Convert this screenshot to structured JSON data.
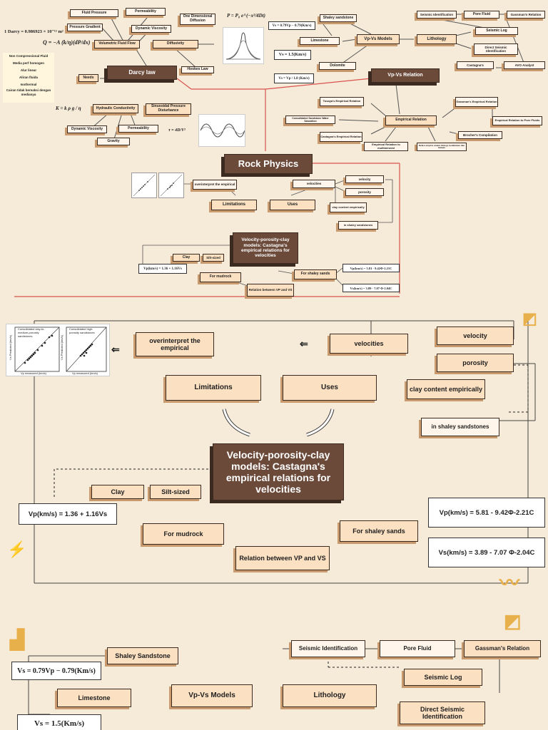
{
  "top": {
    "darcy_formula": "1 Darcy = 0.986923 × 10⁻¹² m²",
    "darcy_flow_formula": "Q = −A (k/η)(dP/dx)",
    "fluid_pressure": "Fluid Pressure",
    "permeability": "Permeability",
    "pressure_gradient": "Pressure Gradient",
    "dynamic_viscosity": "Dynamic Viscosity",
    "one_dim_diffusion": "One Dimensional Diffusion",
    "volumetric_flow": "Volumetric Fluid Flow",
    "diffusivity": "Diffusivity",
    "darcy_law": "Darcy law",
    "hookes_law": "Hookes Law",
    "needs": "Needs",
    "needs_list": [
      "Non Compressional Fluid",
      "Media perf homogen",
      "Alur linear",
      "Aliran fluida",
      "Isothermal",
      "Cairan tidak bereaksi dengan medianya"
    ],
    "hydraulic_formula": "K = k ρ g / η",
    "hydraulic_conductivity": "Hydraulic Conductivity",
    "sinusoidal": "Sinusoidal Pressure Disturbance",
    "dyn_visc2": "Dynamic Viscosity",
    "permeability2": "Permeability",
    "gravity": "Gravity",
    "shaley_sandstone": "Shaley sandstone",
    "vs_shaley": "Vs = 0.79Vp − 0.79(Km/s)",
    "limestone": "Limestone",
    "vs_limestone": "Vs = 1.5(Km/s)",
    "dolomite": "Dolomite",
    "vs_dolomite": "Vs = Vp / 1.8 (Km/s)",
    "vpvs_models": "Vp-Vs Models",
    "lithology": "Lithology",
    "seismic_ident": "Seismic Identification",
    "pore_fluid": "Pore Fluid",
    "gassman": "Gassman's Relation",
    "seismic_log": "Seismic Log",
    "direct_seismic": "Direct Seismic Identification",
    "castagna": "Castagna's",
    "avo": "AVO Analyst",
    "vpvs_relation": "Vp-Vs Relation",
    "tosaya": "Tosaya's Empirical Relation",
    "consolidated": "Consolidated Sandstone Water Saturation",
    "empirical_relation": "Empirical Relation",
    "gassman_emp": "Gassman's Empirical Relation",
    "emp_pore": "Empirical Relation to Pore Fluids",
    "castagna_emp": "Castagna's Empirical Relation",
    "emp_multi": "Empirical Relation to multimineral",
    "brocher": "Brocher's Compilation",
    "brocher_sub": "Relasi empiris antara litologi, kedalaman dan batuan"
  },
  "mid": {
    "rock_physics": "Rock Physics",
    "overinterpret": "overinterpret the empirical",
    "velocities": "velocities",
    "velocity": "velocity",
    "porosity": "porosity",
    "clay_content": "clay content empirically",
    "in_shaley": "in shaley sandstones",
    "limitations": "Limitations",
    "uses": "Uses",
    "center": "Velocity-porosity-clay models: Castagna's empirical relations for velocities",
    "clay": "Clay",
    "silt": "Silt-sized",
    "vp_mud": "Vp(km/s) = 1.36 + 1.16Vs",
    "for_mudrock": "For mudrock",
    "for_shaley_sands": "For shaley sands",
    "vp_sand": "Vp(km/s) = 5.81 - 9.42Φ-2.21C",
    "vs_sand": "Vs(km/s) = 3.89 - 7.07 Φ-2.04C",
    "relation": "Relation between VP and VS"
  },
  "zoom": {
    "overinterpret": "overinterpret the empirical",
    "velocities": "velocities",
    "velocity": "velocity",
    "porosity": "porosity",
    "clay_content": "clay content empirically",
    "in_shaley": "in shaley sandstones",
    "limitations": "Limitations",
    "uses": "Uses",
    "center": "Velocity-porosity-clay models: Castagna's empirical relations for velocities",
    "clay": "Clay",
    "silt": "Silt-sized",
    "vp_mud": "Vp(km/s) = 1.36 + 1.16Vs",
    "for_mudrock": "For mudrock",
    "for_shaley_sands": "For shaley sands",
    "vp_sand": "Vp(km/s) = 5.81 - 9.42Φ-2.21C",
    "vs_sand": "Vs(km/s) = 3.89 - 7.07 Φ-2.04C",
    "relation": "Relation between VP and VS",
    "plot1_title": "Consolidated clay-to-medium-porosity sandstones",
    "plot2_title": "Consolidated high-porosity sandstones",
    "plot_xlabel": "Vp measured (km/s)",
    "plot_ylabel": "Vs Predicted (km/s)"
  },
  "bottom": {
    "shaley_sandstone": "Shaley Sandstone",
    "vs_shaley": "Vs = 0.79Vp − 0.79(Km/s)",
    "limestone": "Limestone",
    "vs_limestone": "Vs = 1.5(Km/s)",
    "vpvs_models": "Vp-Vs Models",
    "lithology": "Lithology",
    "seismic_ident": "Seismic Identification",
    "pore_fluid": "Pore Fluid",
    "gassman": "Gassman's Relation",
    "seismic_log": "Seismic Log",
    "direct_seismic": "Direct Seismic Identification"
  },
  "colors": {
    "box": "#fbe0c2",
    "dark": "#6b4a3a",
    "shadow": "#c99a6e",
    "background": "#f6ead8",
    "redline": "#d9534f"
  }
}
